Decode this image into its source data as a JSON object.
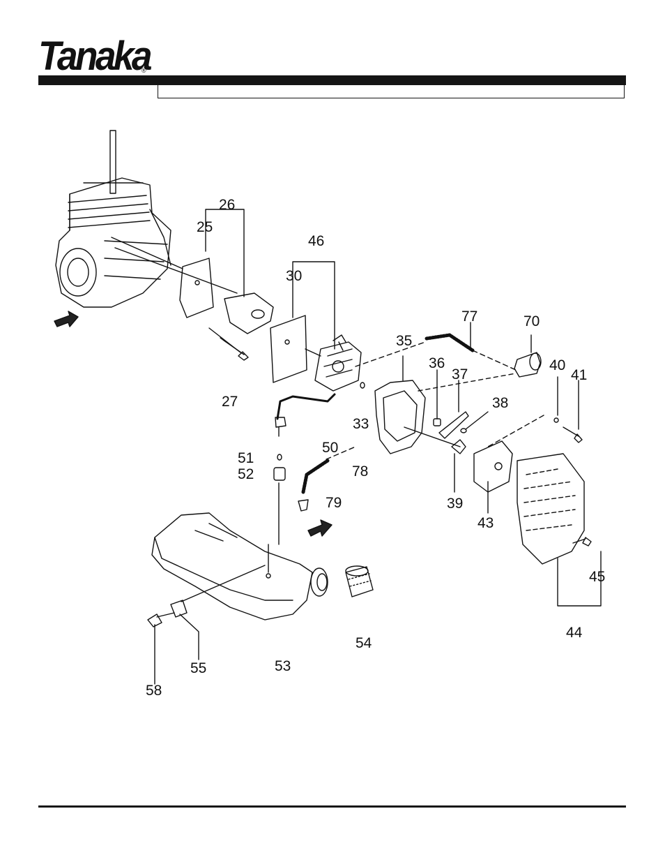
{
  "brand": {
    "logo_text": "Tanaka",
    "registered_mark": "®"
  },
  "header": {
    "title_bar_text": ""
  },
  "diagram": {
    "part_labels": [
      "26",
      "25",
      "46",
      "30",
      "77",
      "70",
      "35",
      "36",
      "37",
      "40",
      "41",
      "27",
      "38",
      "33",
      "51",
      "50",
      "52",
      "78",
      "79",
      "39",
      "43",
      "45",
      "44",
      "54",
      "55",
      "53",
      "58"
    ]
  }
}
